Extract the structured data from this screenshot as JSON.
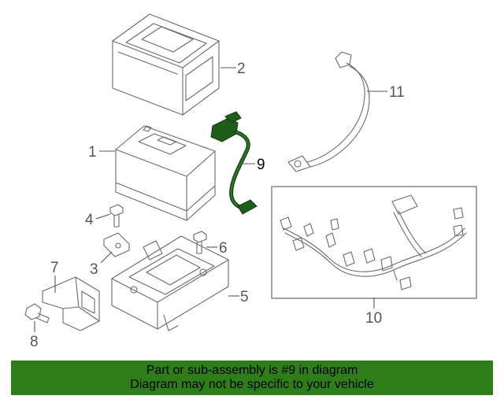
{
  "callouts": {
    "c1": "1",
    "c2": "2",
    "c3": "3",
    "c4": "4",
    "c5": "5",
    "c6": "6",
    "c7": "7",
    "c8": "8",
    "c9": "9",
    "c10": "10",
    "c11": "11"
  },
  "highlight_color": "#1f5e1a",
  "banner": {
    "line1": "Part or sub-assembly is #9 in diagram",
    "line2": "Diagram may not be specific to your vehicle",
    "color": "#2e7d1a"
  }
}
